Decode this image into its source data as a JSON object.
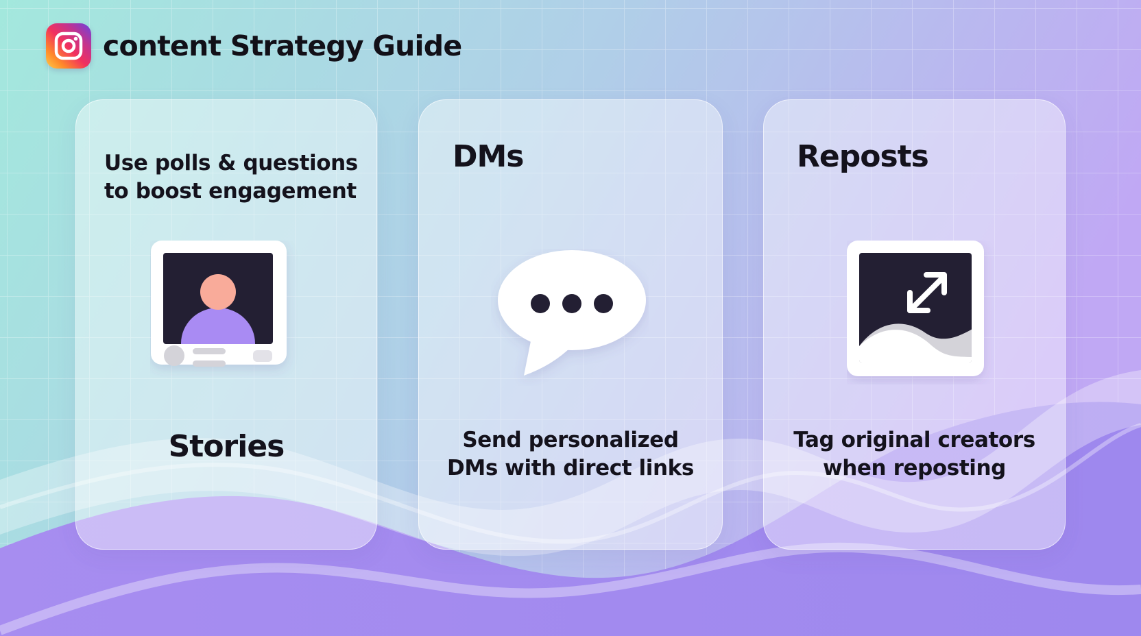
{
  "header": {
    "title": "content Strategy Guide",
    "logo_icon": "instagram-icon"
  },
  "colors": {
    "bg_left": "#a3e8dd",
    "bg_right": "#c0a8f4",
    "wave": "#a88ff0",
    "photo_dark": "#231f33",
    "avatar_head": "#f9ab9a",
    "avatar_body": "#a98bf3",
    "icon_gray": "#d4d3d9"
  },
  "cards": [
    {
      "heading": "Stories",
      "description_lines": [
        "Use polls & questions",
        "to boost engagement"
      ],
      "icon": "story-post-icon"
    },
    {
      "heading": "DMs",
      "description_lines": [
        "Send personalized",
        "DMs with direct links"
      ],
      "icon": "chat-bubble-icon"
    },
    {
      "heading": "Reposts",
      "description_lines": [
        "Tag original creators",
        "when reposting"
      ],
      "icon": "repost-expand-icon"
    }
  ]
}
